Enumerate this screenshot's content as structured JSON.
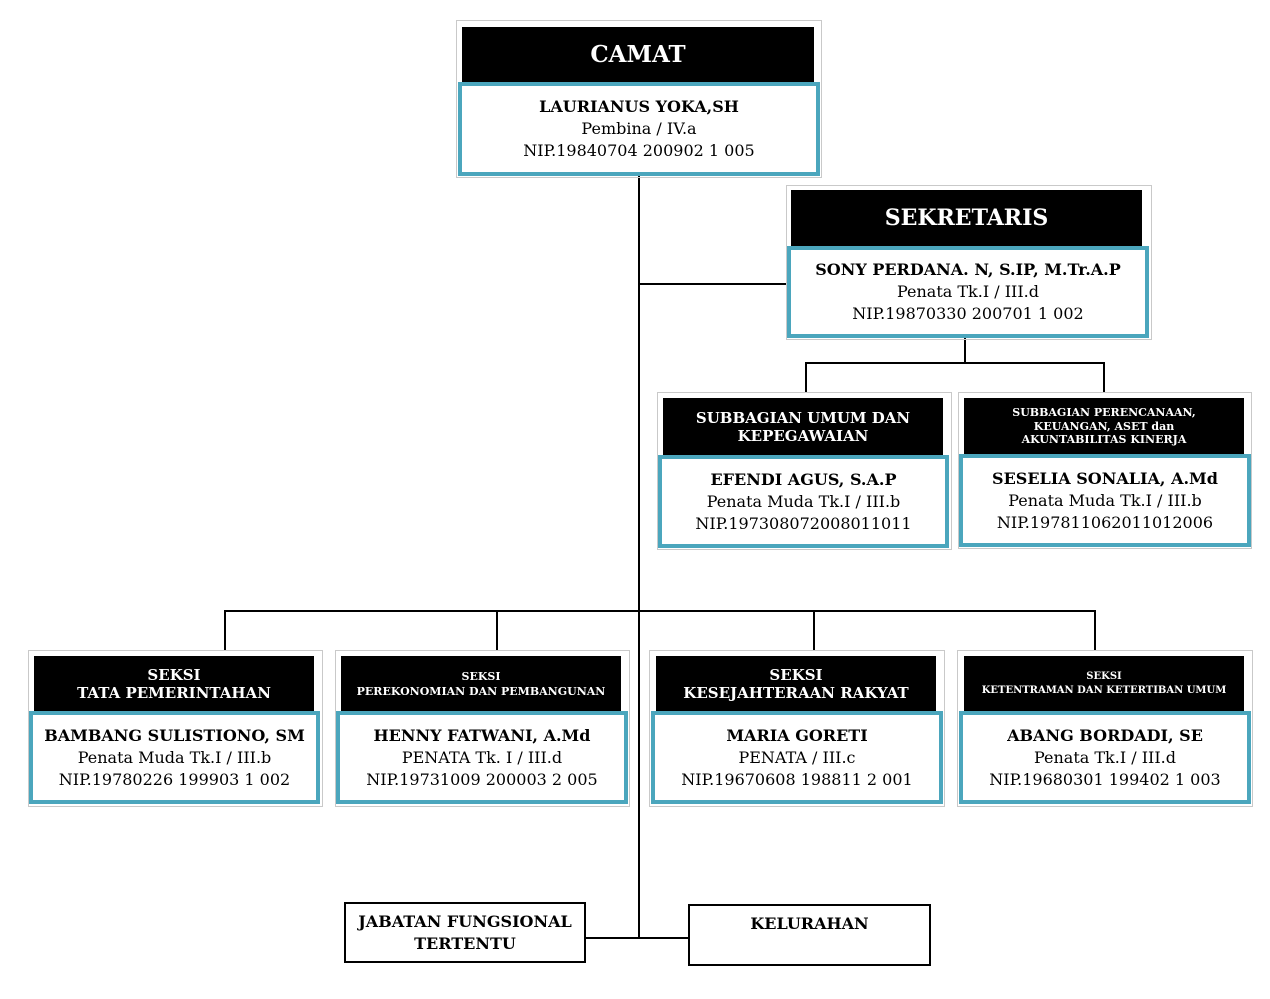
{
  "camat": {
    "title": "CAMAT",
    "name": "LAURIANUS YOKA,SH",
    "rank": "Pembina / IV.a",
    "nip": "NIP.19840704 200902 1 005"
  },
  "sekretaris": {
    "title": "SEKRETARIS",
    "name": "SONY PERDANA. N, S.IP, M.Tr.A.P",
    "rank": "Penata Tk.I / III.d",
    "nip": "NIP.19870330 200701 1 002"
  },
  "subbagian": [
    {
      "title_lines": [
        "SUBBAGIAN UMUM DAN",
        "KEPEGAWAIAN"
      ],
      "name": "EFENDI AGUS, S.A.P",
      "rank": "Penata Muda Tk.I / III.b",
      "nip": "NIP.197308072008011011"
    },
    {
      "title_lines": [
        "SUBBAGIAN PERENCANAAN,",
        "KEUANGAN, ASET dan",
        "AKUNTABILITAS KINERJA"
      ],
      "name": "SESELIA SONALIA, A.Md",
      "rank": "Penata Muda Tk.I / III.b",
      "nip": "NIP.197811062011012006"
    }
  ],
  "seksi": [
    {
      "title_lines": [
        "SEKSI",
        "TATA PEMERINTAHAN"
      ],
      "name": "BAMBANG SULISTIONO, SM",
      "rank": "Penata Muda Tk.I / III.b",
      "nip": "NIP.19780226 199903 1 002"
    },
    {
      "title_lines": [
        "SEKSI",
        "PEREKONOMIAN DAN PEMBANGUNAN"
      ],
      "name": "HENNY FATWANI, A.Md",
      "rank": "PENATA Tk. I / III.d",
      "nip": "NIP.19731009 200003 2 005"
    },
    {
      "title_lines": [
        "SEKSI",
        "KESEJAHTERAAN RAKYAT"
      ],
      "name": "MARIA GORETI",
      "rank": "PENATA / III.c",
      "nip": "NIP.19670608 198811 2 001"
    },
    {
      "title_lines": [
        "SEKSI",
        "KETENTRAMAN DAN KETERTIBAN UMUM"
      ],
      "name": "ABANG BORDADI, SE",
      "rank": "Penata Tk.I / III.d",
      "nip": "NIP.19680301 199402 1 003"
    }
  ],
  "bottom": {
    "jabatan_lines": [
      "JABATAN FUNGSIONAL",
      "TERTENTU"
    ],
    "kelurahan": "KELURAHAN"
  }
}
